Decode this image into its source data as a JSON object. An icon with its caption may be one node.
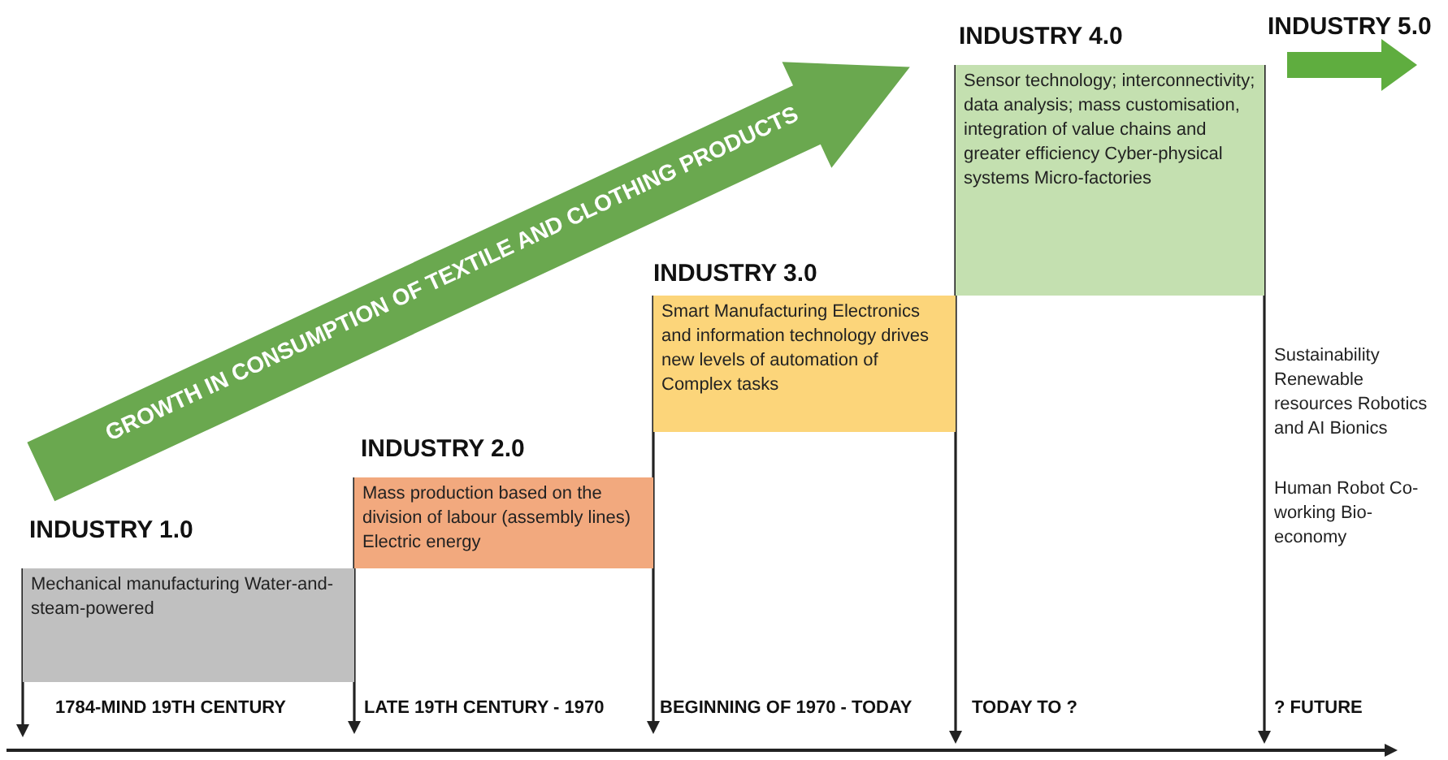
{
  "diagram": {
    "nodes": [
      {
        "text": [
          "GROWTH IN CONSUMPTION OF TEXTILE AND CLOTHING PRODUCTS"
        ]
      },
      {
        "text": [
          "INDUSTRY 1.0",
          "Mechanical manufacturing Water-and-steam-powered"
        ]
      },
      {
        "text": [
          "INDUSTRY 2.0",
          "Mass production based on the division of labour (assembly lines) Electric energy"
        ]
      },
      {
        "text": [
          "INDUSTRY 3.0",
          "Smart Manufacturing Electronics and information technology drives new levels of automation of Complex  tasks"
        ]
      },
      {
        "text": [
          "INDUSTRY 4.0",
          "Sensor technology; interconnectivity; data analysis; mass  customisation, integration of value chains and greater efficiency Cyber-physical systems Micro-factories"
        ]
      },
      {
        "text": [
          "INDUSTRY 5.0",
          "Sustainability Renewable resources Robotics and AI Bionics",
          "Human Robot Co-working Bio-economy"
        ]
      }
    ],
    "labels": [
      "1784-MIND 19TH CENTURY",
      "LATE 19TH CENTURY - 1970",
      "BEGINNING OF 1970 - TODAY",
      "TODAY TO ?",
      "? FUTURE"
    ]
  }
}
